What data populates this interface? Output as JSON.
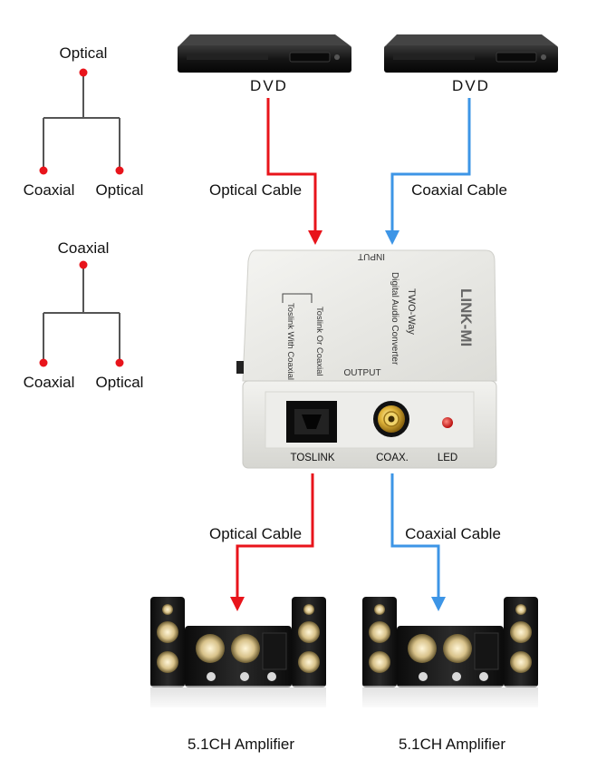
{
  "sources": [
    {
      "label": "DVD",
      "cable": "Optical Cable",
      "color": "#e8141b"
    },
    {
      "label": "DVD",
      "cable": "Coaxial Cable",
      "color": "#3d95e6"
    }
  ],
  "outputs": [
    {
      "cable": "Optical Cable",
      "label": "5.1CH Amplifier",
      "color": "#e8141b"
    },
    {
      "cable": "Coaxial Cable",
      "label": "5.1CH Amplifier",
      "color": "#3d95e6"
    }
  ],
  "trees": [
    {
      "root": "Optical",
      "left": "Coaxial",
      "right": "Optical"
    },
    {
      "root": "Coaxial",
      "left": "Coaxial",
      "right": "Optical"
    }
  ],
  "converter": {
    "brand": "LINK-MI",
    "input": "INPUT",
    "output": "OUTPUT",
    "title": "TWO-Way",
    "subtitle": "Digital Audio Converter",
    "switch_a": "Toslink Or Coaxial",
    "switch_b": "Toslink With Coaxial",
    "port_toslink": "TOSLINK",
    "port_coax": "COAX.",
    "port_led": "LED"
  },
  "colors": {
    "optical": "#e8141b",
    "coaxial": "#3d95e6",
    "node": "#e8141b",
    "tree_line": "#555555"
  }
}
